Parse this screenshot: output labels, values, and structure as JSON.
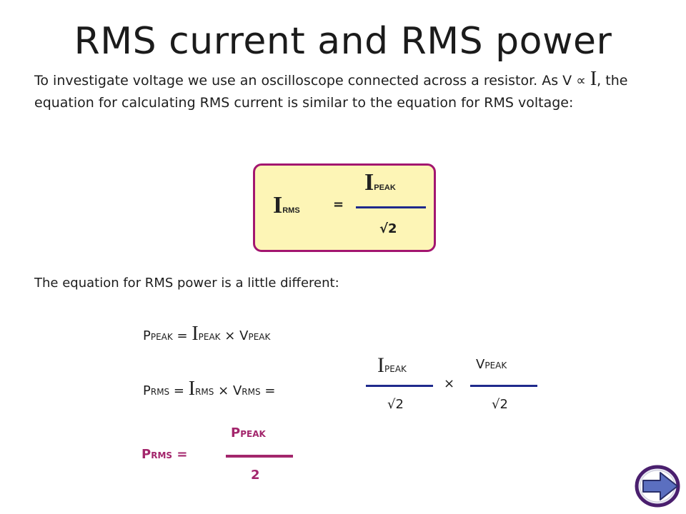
{
  "title": "RMS current and RMS power",
  "intro": {
    "text1": "To investigate voltage we use an oscilloscope connected across a resistor. As V",
    "prop_symbol": "∝",
    "current_symbol": "I",
    "text2": ", the equation for calculating RMS current is similar to the equation for RMS voltage:"
  },
  "box_formula": {
    "lhs_symbol": "I",
    "lhs_sub": "RMS",
    "equals": "=",
    "num_symbol": "I",
    "num_sub": "PEAK",
    "denominator": "√2"
  },
  "power_intro": "The equation for RMS power is a little different:",
  "eq1": {
    "p": "P",
    "p_sub": "PEAK",
    "eq": "=",
    "i": "I",
    "i_sub": "PEAK",
    "times": "×",
    "v": "V",
    "v_sub": "PEAK"
  },
  "eq2": {
    "p": "P",
    "p_sub": "RMS",
    "eq": "=",
    "i": "I",
    "i_sub": "RMS",
    "times": "×",
    "v": "V",
    "v_sub": "RMS",
    "eq2": "="
  },
  "frac_i": {
    "num": "I",
    "num_sub": "PEAK",
    "den": "√2"
  },
  "frac_times": "×",
  "frac_v": {
    "num": "V",
    "num_sub": "PEAK",
    "den": "√2"
  },
  "final": {
    "lhs": "P",
    "lhs_sub": "RMS",
    "eq": "=",
    "num": "P",
    "num_sub": "PEAK",
    "den": "2"
  },
  "colors": {
    "accent": "#a3266c",
    "bar": "#1f2a8c",
    "box_fill": "#fdf5b6",
    "nav": "#5b5fb5"
  },
  "nav_icon": "right-arrow-icon"
}
